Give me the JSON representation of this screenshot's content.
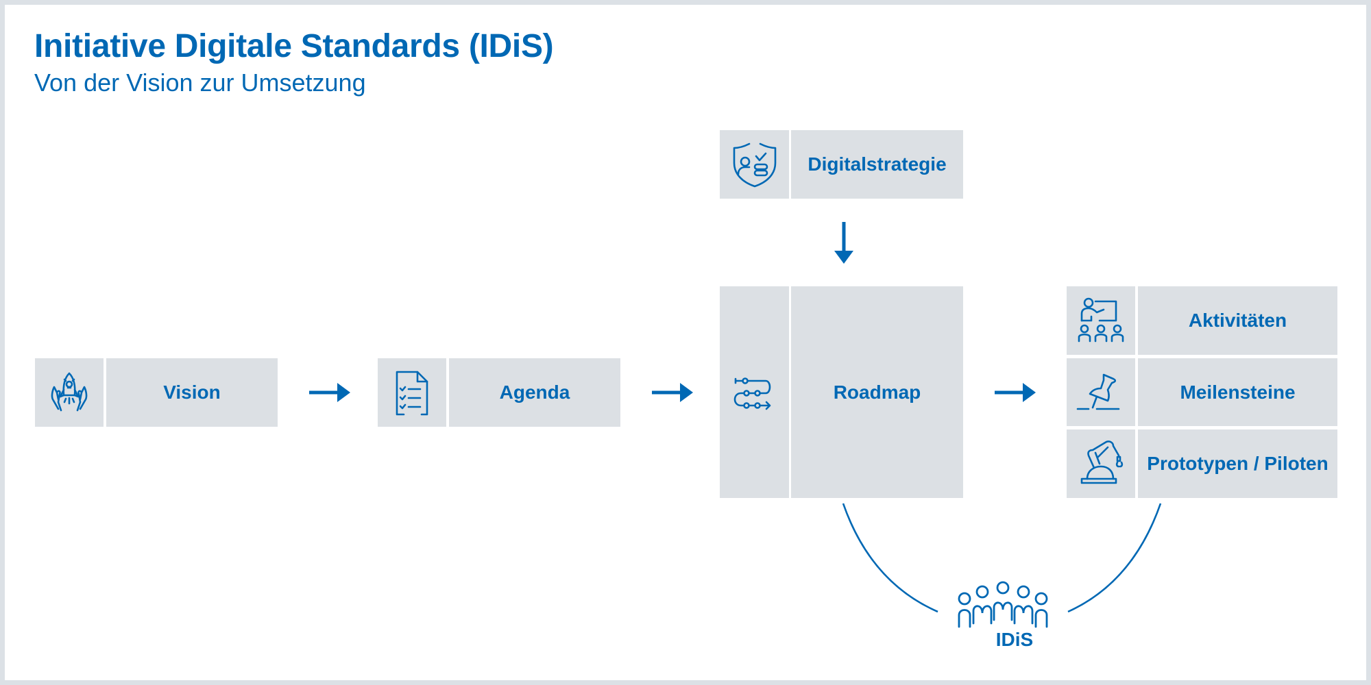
{
  "header": {
    "title": "Initiative Digitale Standards (IDiS)",
    "subtitle": "Von der Vision zur Umsetzung"
  },
  "flow": [
    {
      "label": "Vision",
      "icon": "rocket-hands-icon"
    },
    {
      "label": "Agenda",
      "icon": "checklist-document-icon"
    },
    {
      "label": "Roadmap",
      "icon": "roadmap-path-icon"
    }
  ],
  "input": {
    "label": "Digitalstrategie",
    "icon": "shield-person-server-icon"
  },
  "outputs": [
    {
      "label": "Aktivitäten",
      "icon": "presentation-audience-icon"
    },
    {
      "label": "Meilensteine",
      "icon": "pushpin-icon"
    },
    {
      "label": "Prototypen / Piloten",
      "icon": "robot-arm-icon"
    }
  ],
  "cycle": {
    "label": "IDiS",
    "icon": "group-people-icon"
  },
  "colors": {
    "accent": "#0068b4",
    "box": "#dce0e4",
    "frame": "#dce1e6"
  }
}
